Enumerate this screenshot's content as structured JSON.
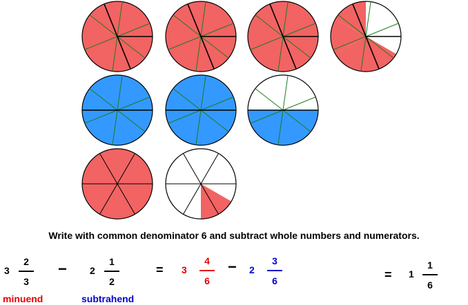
{
  "colors": {
    "red_fill": "#f26363",
    "blue_fill": "#3399ff",
    "outline": "#000000",
    "spoke": "#1e7a1e",
    "instruction": "#ff6600",
    "minuend": "#e60000",
    "subtrahend": "#0000cc",
    "black": "#000000"
  },
  "circles": [
    {
      "color": "red",
      "shaded_sixths": 6,
      "rim_mark": "vertical",
      "spokes": "green"
    },
    {
      "color": "red",
      "shaded_sixths": 6,
      "rim_mark": "vertical",
      "spokes": "green"
    },
    {
      "color": "red",
      "shaded_sixths": 6,
      "rim_mark": "vertical",
      "spokes": "green"
    },
    {
      "color": "red",
      "shaded_sixths": 4,
      "rim_mark": "vertical",
      "spokes": "green"
    },
    {
      "color": "blue",
      "shaded_sixths": 6,
      "rim_mark": "horizontal",
      "spokes": "green"
    },
    {
      "color": "blue",
      "shaded_sixths": 6,
      "rim_mark": "horizontal",
      "spokes": "green"
    },
    {
      "color": "blue",
      "shaded_sixths": 3,
      "rim_mark": "horizontal",
      "spokes": "green"
    },
    {
      "color": "red",
      "shaded_sixths": 6,
      "rim_mark": "none",
      "spokes": "black"
    },
    {
      "color": "red",
      "shaded_sixths": 1,
      "rim_mark": "none",
      "spokes": "black"
    }
  ],
  "instruction": "Write with common denominator 6 and subtract whole numbers and numerators.",
  "equation": {
    "term1": {
      "whole": "3",
      "num": "2",
      "den": "3"
    },
    "minus1": "−",
    "term2": {
      "whole": "2",
      "num": "1",
      "den": "2"
    },
    "equals1": "=",
    "term3": {
      "whole": "3",
      "num": "4",
      "den": "6"
    },
    "minus2": "−",
    "term4": {
      "whole": "2",
      "num": "3",
      "den": "6"
    },
    "equals2": "=",
    "result": {
      "whole": "1",
      "num": "1",
      "den": "6"
    }
  },
  "labels": {
    "minuend": "minuend",
    "subtrahend": "subtrahend"
  }
}
